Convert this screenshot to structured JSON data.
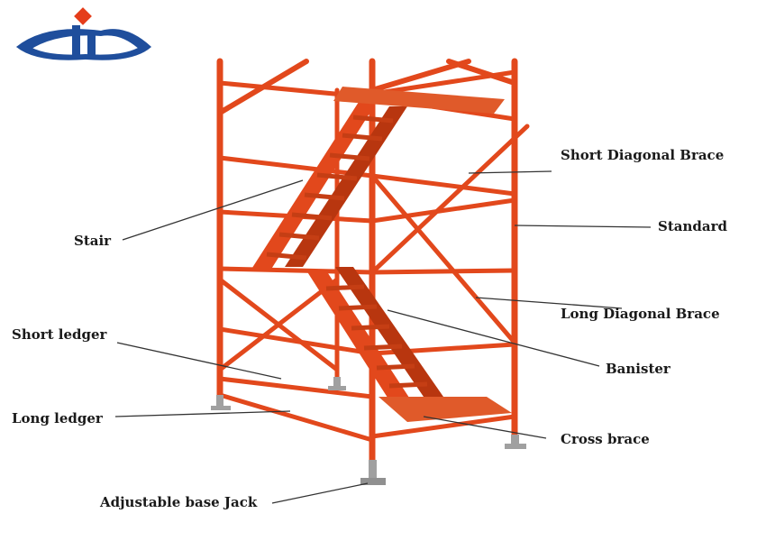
{
  "logo": {
    "name": "company-logo",
    "primary_color": "#1f4e9c",
    "accent_color": "#e53d1a"
  },
  "colors": {
    "frame": "#e2481c",
    "frame_dark": "#b8360f",
    "leader": "#333333",
    "metal": "#a0a0a0"
  },
  "labels": {
    "stair": "Stair",
    "short_diagonal_brace": "Short Diagonal Brace",
    "standard": "Standard",
    "long_diagonal_brace": "Long Diagonal Brace",
    "short_ledger": "Short ledger",
    "banister": "Banister",
    "long_ledger": "Long ledger",
    "cross_brace": "Cross brace",
    "adjustable_base_jack": "Adjustable base Jack"
  }
}
